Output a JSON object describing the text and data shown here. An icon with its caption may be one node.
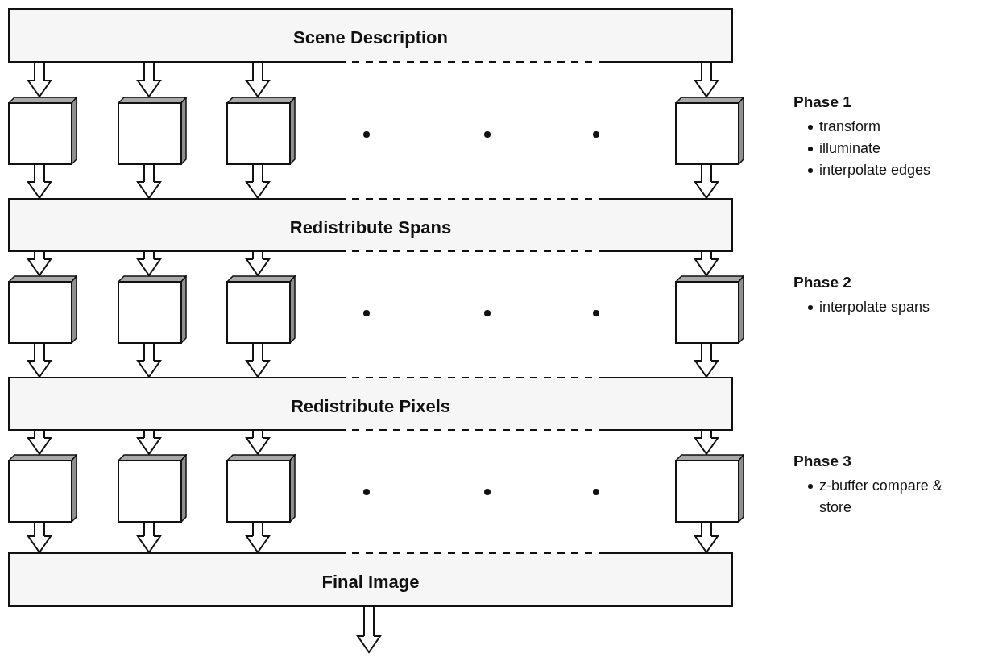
{
  "diagram": {
    "nodes": [
      {
        "text": [
          "Scene Description"
        ]
      },
      {
        "text": [],
        "shape": "box"
      },
      {
        "text": [],
        "shape": "box"
      },
      {
        "text": [],
        "shape": "box"
      },
      {
        "text": [],
        "shape": "box"
      },
      {
        "text": [
          "Redistribute Spans"
        ]
      },
      {
        "text": [],
        "shape": "box"
      },
      {
        "text": [],
        "shape": "box"
      },
      {
        "text": [],
        "shape": "box"
      },
      {
        "text": [],
        "shape": "box"
      },
      {
        "text": [
          "Redistribute Pixels"
        ]
      },
      {
        "text": [],
        "shape": "box"
      },
      {
        "text": [],
        "shape": "box"
      },
      {
        "text": [],
        "shape": "box"
      },
      {
        "text": [],
        "shape": "box"
      },
      {
        "text": [
          "Final Image"
        ]
      }
    ],
    "edges": [
      {
        "from": 0,
        "to": 1,
        "arrow": "to"
      },
      {
        "from": 0,
        "to": 2,
        "arrow": "to"
      },
      {
        "from": 0,
        "to": 3,
        "arrow": "to"
      },
      {
        "from": 0,
        "to": 4,
        "arrow": "to"
      },
      {
        "from": 1,
        "to": 5,
        "arrow": "to"
      },
      {
        "from": 2,
        "to": 5,
        "arrow": "to"
      },
      {
        "from": 3,
        "to": 5,
        "arrow": "to"
      },
      {
        "from": 4,
        "to": 5,
        "arrow": "to"
      },
      {
        "from": 5,
        "to": 6,
        "arrow": "to"
      },
      {
        "from": 5,
        "to": 7,
        "arrow": "to"
      },
      {
        "from": 5,
        "to": 8,
        "arrow": "to"
      },
      {
        "from": 5,
        "to": 9,
        "arrow": "to"
      },
      {
        "from": 6,
        "to": 10,
        "arrow": "to"
      },
      {
        "from": 7,
        "to": 10,
        "arrow": "to"
      },
      {
        "from": 8,
        "to": 10,
        "arrow": "to"
      },
      {
        "from": 9,
        "to": 10,
        "arrow": "to"
      },
      {
        "from": 10,
        "to": 11,
        "arrow": "to"
      },
      {
        "from": 10,
        "to": 12,
        "arrow": "to"
      },
      {
        "from": 10,
        "to": 13,
        "arrow": "to"
      },
      {
        "from": 10,
        "to": 14,
        "arrow": "to"
      },
      {
        "from": 11,
        "to": 15,
        "arrow": "to"
      },
      {
        "from": 12,
        "to": 15,
        "arrow": "to"
      },
      {
        "from": 13,
        "to": 15,
        "arrow": "to"
      },
      {
        "from": 14,
        "to": 15,
        "arrow": "to"
      },
      {
        "from": 15,
        "to": null,
        "arrow": "to"
      }
    ],
    "labels": [
      "Phase 1",
      "transform",
      "illuminate",
      "interpolate edges",
      "Phase 2",
      "interpolate spans",
      "Phase 3",
      "z-buffer compare & store"
    ]
  }
}
